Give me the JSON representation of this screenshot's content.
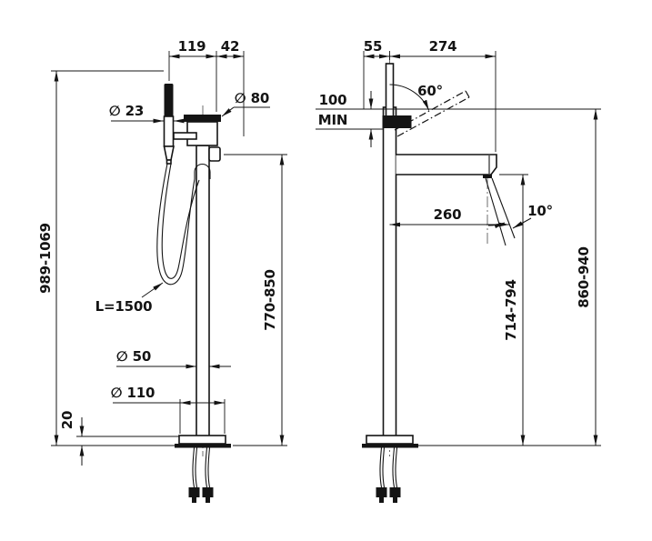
{
  "colors": {
    "line": "#141414",
    "background": "#ffffff"
  },
  "front_view": {
    "handshower_offset_mm": "119",
    "top_offset_mm": "42",
    "handshower_diameter": "∅ 23",
    "body_diameter": "∅ 80",
    "overall_height_mm": "989-1069",
    "spout_height_mm": "770-850",
    "hose_length": "L=1500",
    "column_diameter": "∅ 50",
    "base_diameter": "∅ 110",
    "base_height_mm": "20"
  },
  "side_view": {
    "rear_offset_mm": "55",
    "spout_reach_mm": "274",
    "lever_angle": "60°",
    "min_clearance_mm": "100",
    "min_clearance_label": "MIN",
    "outlet_reach_mm": "260",
    "jet_angle": "10°",
    "spout_outlet_height_mm": "714-794",
    "body_height_mm": "860-940"
  }
}
